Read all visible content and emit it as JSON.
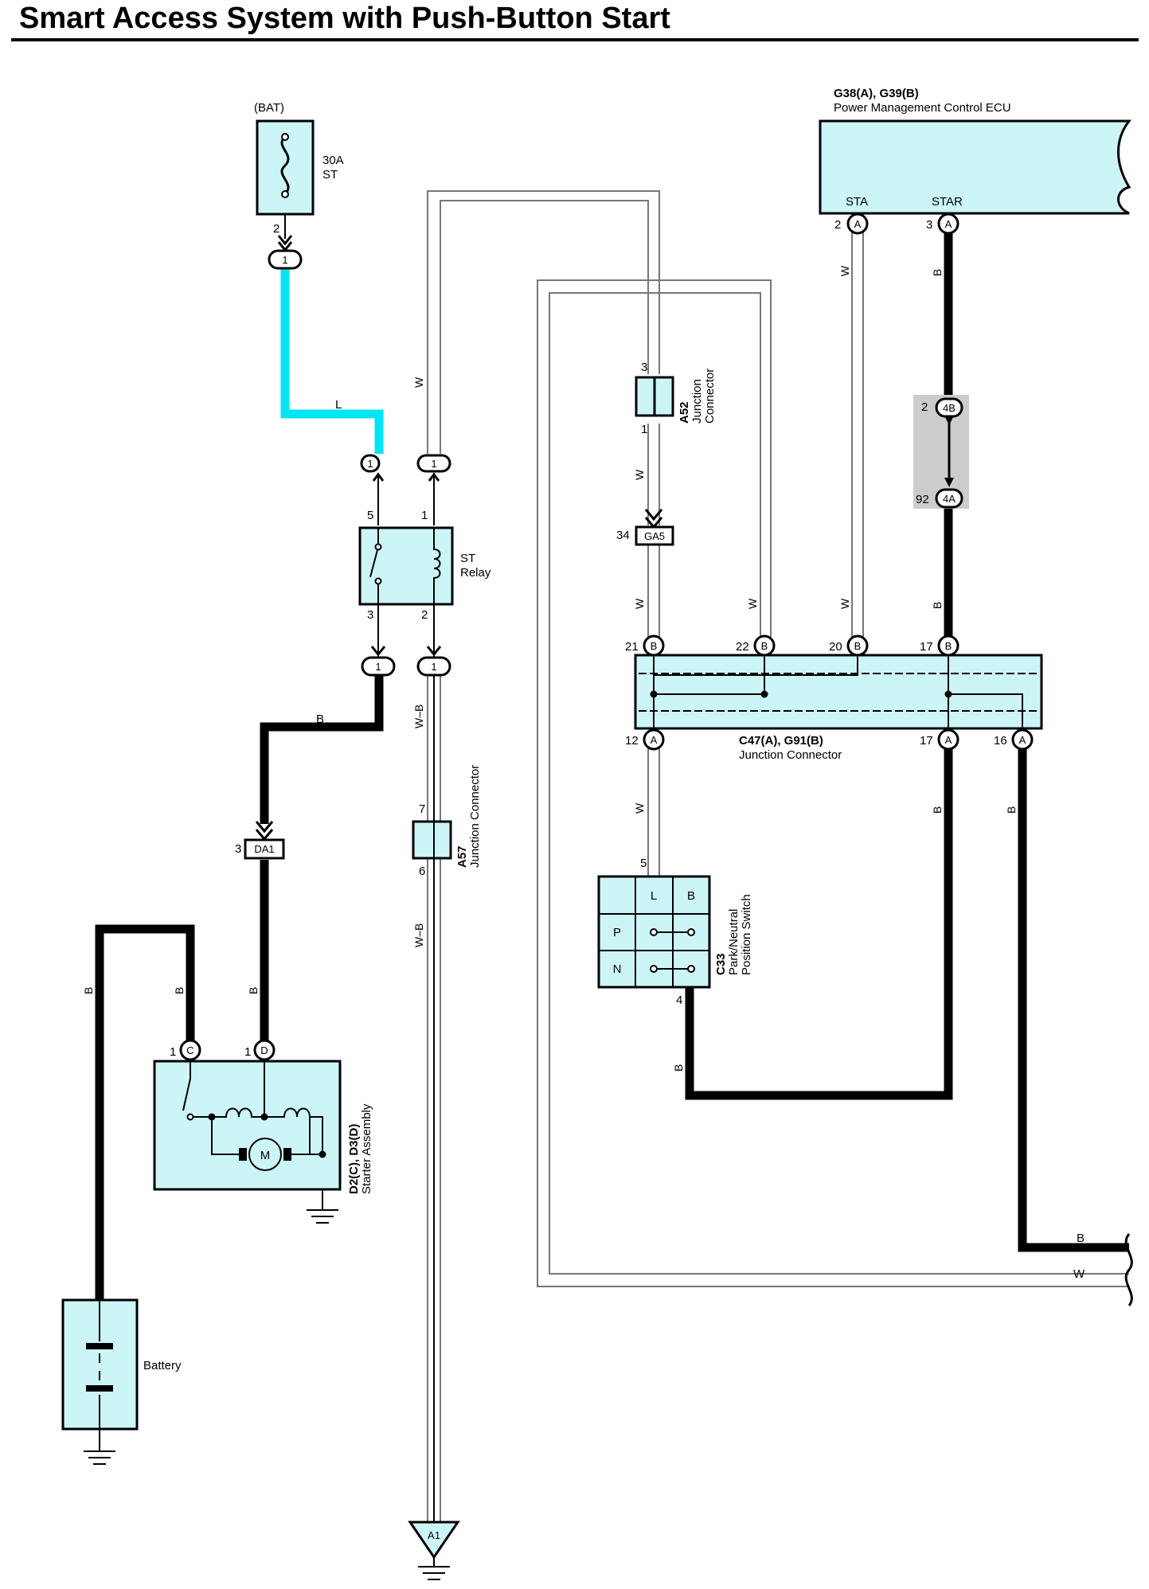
{
  "title": "Smart Access System with Push-Button Start",
  "components": {
    "fuse": {
      "source": "(BAT)",
      "rating": "30A",
      "name": "ST",
      "pin": "2",
      "connector": "1"
    },
    "st_relay": {
      "line1": "ST",
      "line2": "Relay",
      "pins": [
        "5",
        "1",
        "3",
        "2"
      ],
      "connector": "1"
    },
    "ecu": {
      "code": "G38(A), G39(B)",
      "name": "Power Management Control ECU",
      "terminals": [
        "STA",
        "STAR"
      ],
      "pins": [
        "2",
        "3"
      ],
      "connector_label": "A"
    },
    "a52": {
      "code": "A52",
      "line1": "Junction",
      "line2": "Connector",
      "pins": [
        "3",
        "1"
      ]
    },
    "ga5": {
      "label": "GA5",
      "pin": "34"
    },
    "joint_4b_4a": {
      "top_label": "4B",
      "top_pin": "2",
      "bottom_label": "4A",
      "bottom_pin": "92"
    },
    "junction_connector": {
      "code": "C47(A), G91(B)",
      "name": "Junction Connector",
      "top_pins": [
        "21",
        "22",
        "20",
        "17"
      ],
      "top_label": "B",
      "bottom_pins": [
        "12",
        "17",
        "16"
      ],
      "bottom_label": "A"
    },
    "park_neutral": {
      "code": "C33",
      "line1": "Park/Neutral",
      "line2": "Position Switch",
      "cols": [
        "L",
        "B"
      ],
      "rows": [
        "P",
        "N"
      ],
      "pin_top": "5",
      "pin_bottom": "4"
    },
    "da1": {
      "label": "DA1",
      "pin": "3"
    },
    "a57": {
      "code": "A57",
      "name": "Junction Connector",
      "pins": [
        "7",
        "6"
      ]
    },
    "starter": {
      "code": "D2(C), D3(D)",
      "name": "Starter Assembly",
      "pins": [
        "1",
        "1"
      ],
      "labels": [
        "C",
        "D"
      ],
      "motor": "M"
    },
    "battery": {
      "name": "Battery"
    },
    "ground_a1": {
      "label": "A1"
    }
  },
  "wire_labels": {
    "l": "L",
    "b": "B",
    "w": "W",
    "wb": "W–B"
  },
  "colors": {
    "component_fill": "#ccf5f8",
    "wire_l": "#00e5f5",
    "wire_b": "#000000",
    "wire_w": "#777777"
  }
}
